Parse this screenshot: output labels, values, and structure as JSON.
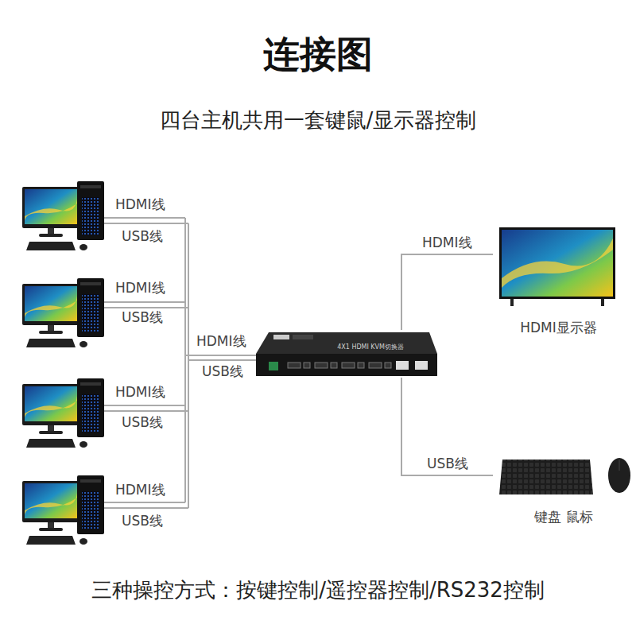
{
  "diagram": {
    "title": "连接图",
    "caption": "三种操控方式：按键控制/遥控器控制/RS232控制",
    "nodes": [
      {
        "text": [
          "4X1 HDMI KVM切换器"
        ]
      },
      {
        "text": [
          "HDMI显示器"
        ]
      },
      {
        "text": [
          "键盘 鼠标"
        ]
      }
    ],
    "edges": [
      {
        "from": 0,
        "to": 1,
        "arrow": "none",
        "label": "HDMI线"
      },
      {
        "from": 0,
        "to": 2,
        "arrow": "none",
        "label": "USB线"
      }
    ],
    "labels": [
      "四台主机共用一套键鼠/显示器控制",
      "HDMI线",
      "USB线",
      "HDMI线",
      "USB线",
      "HDMI线",
      "USB线",
      "HDMI线",
      "USB线",
      "HDMI线",
      "USB线"
    ]
  }
}
